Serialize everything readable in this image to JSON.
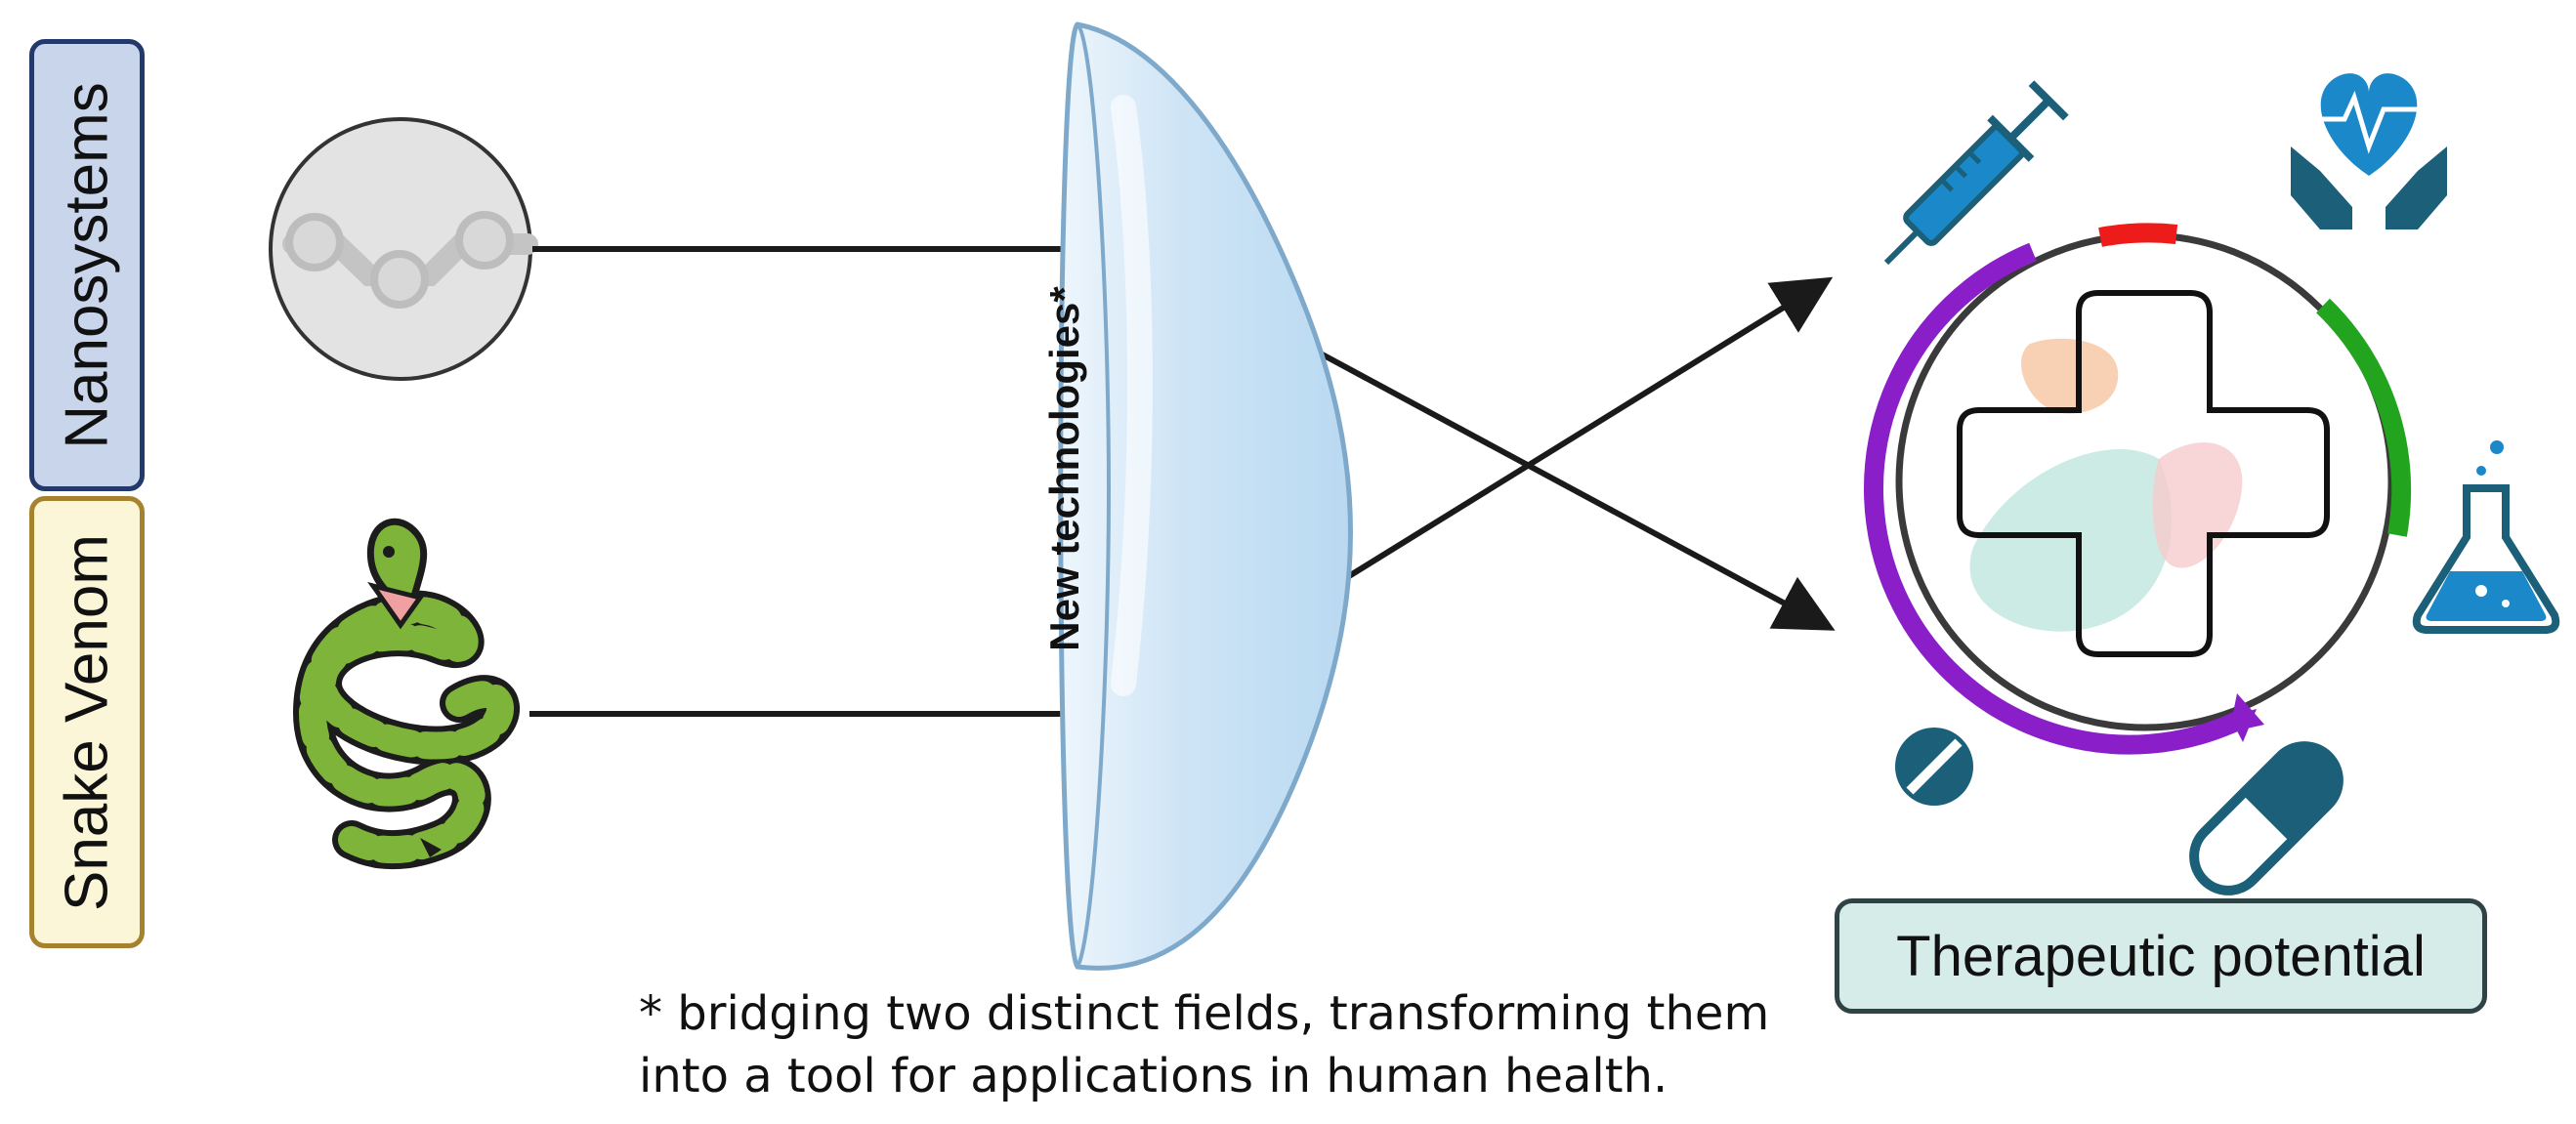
{
  "labels": {
    "nanosystems": "Nanosystems",
    "snake_venom": "Snake Venom"
  },
  "lens": {
    "text": "New technologies*"
  },
  "footnote": {
    "line1": "* bridging two distinct fields, transforming them",
    "line2": "into a tool for applications in human health."
  },
  "result": {
    "label": "Therapeutic potential"
  },
  "icons": [
    "nanoparticle-icon",
    "snake-icon",
    "syringe-icon",
    "heart-hands-icon",
    "flask-icon",
    "pill-icon",
    "capsule-icon",
    "medical-cross-icon"
  ],
  "colors": {
    "nanosystems_fill": "#c9d5ea",
    "nanosystems_border": "#23386b",
    "venom_fill": "#fbf6d8",
    "venom_border": "#a6822f",
    "lens": "#c7e1f5",
    "icon_blue": "#1a88c9",
    "icon_teal": "#1b5f78",
    "ring_purple": "#8a1fc9",
    "ring_green": "#22a41e",
    "ring_red": "#ee1b1b",
    "result_fill": "#d6ece9"
  }
}
